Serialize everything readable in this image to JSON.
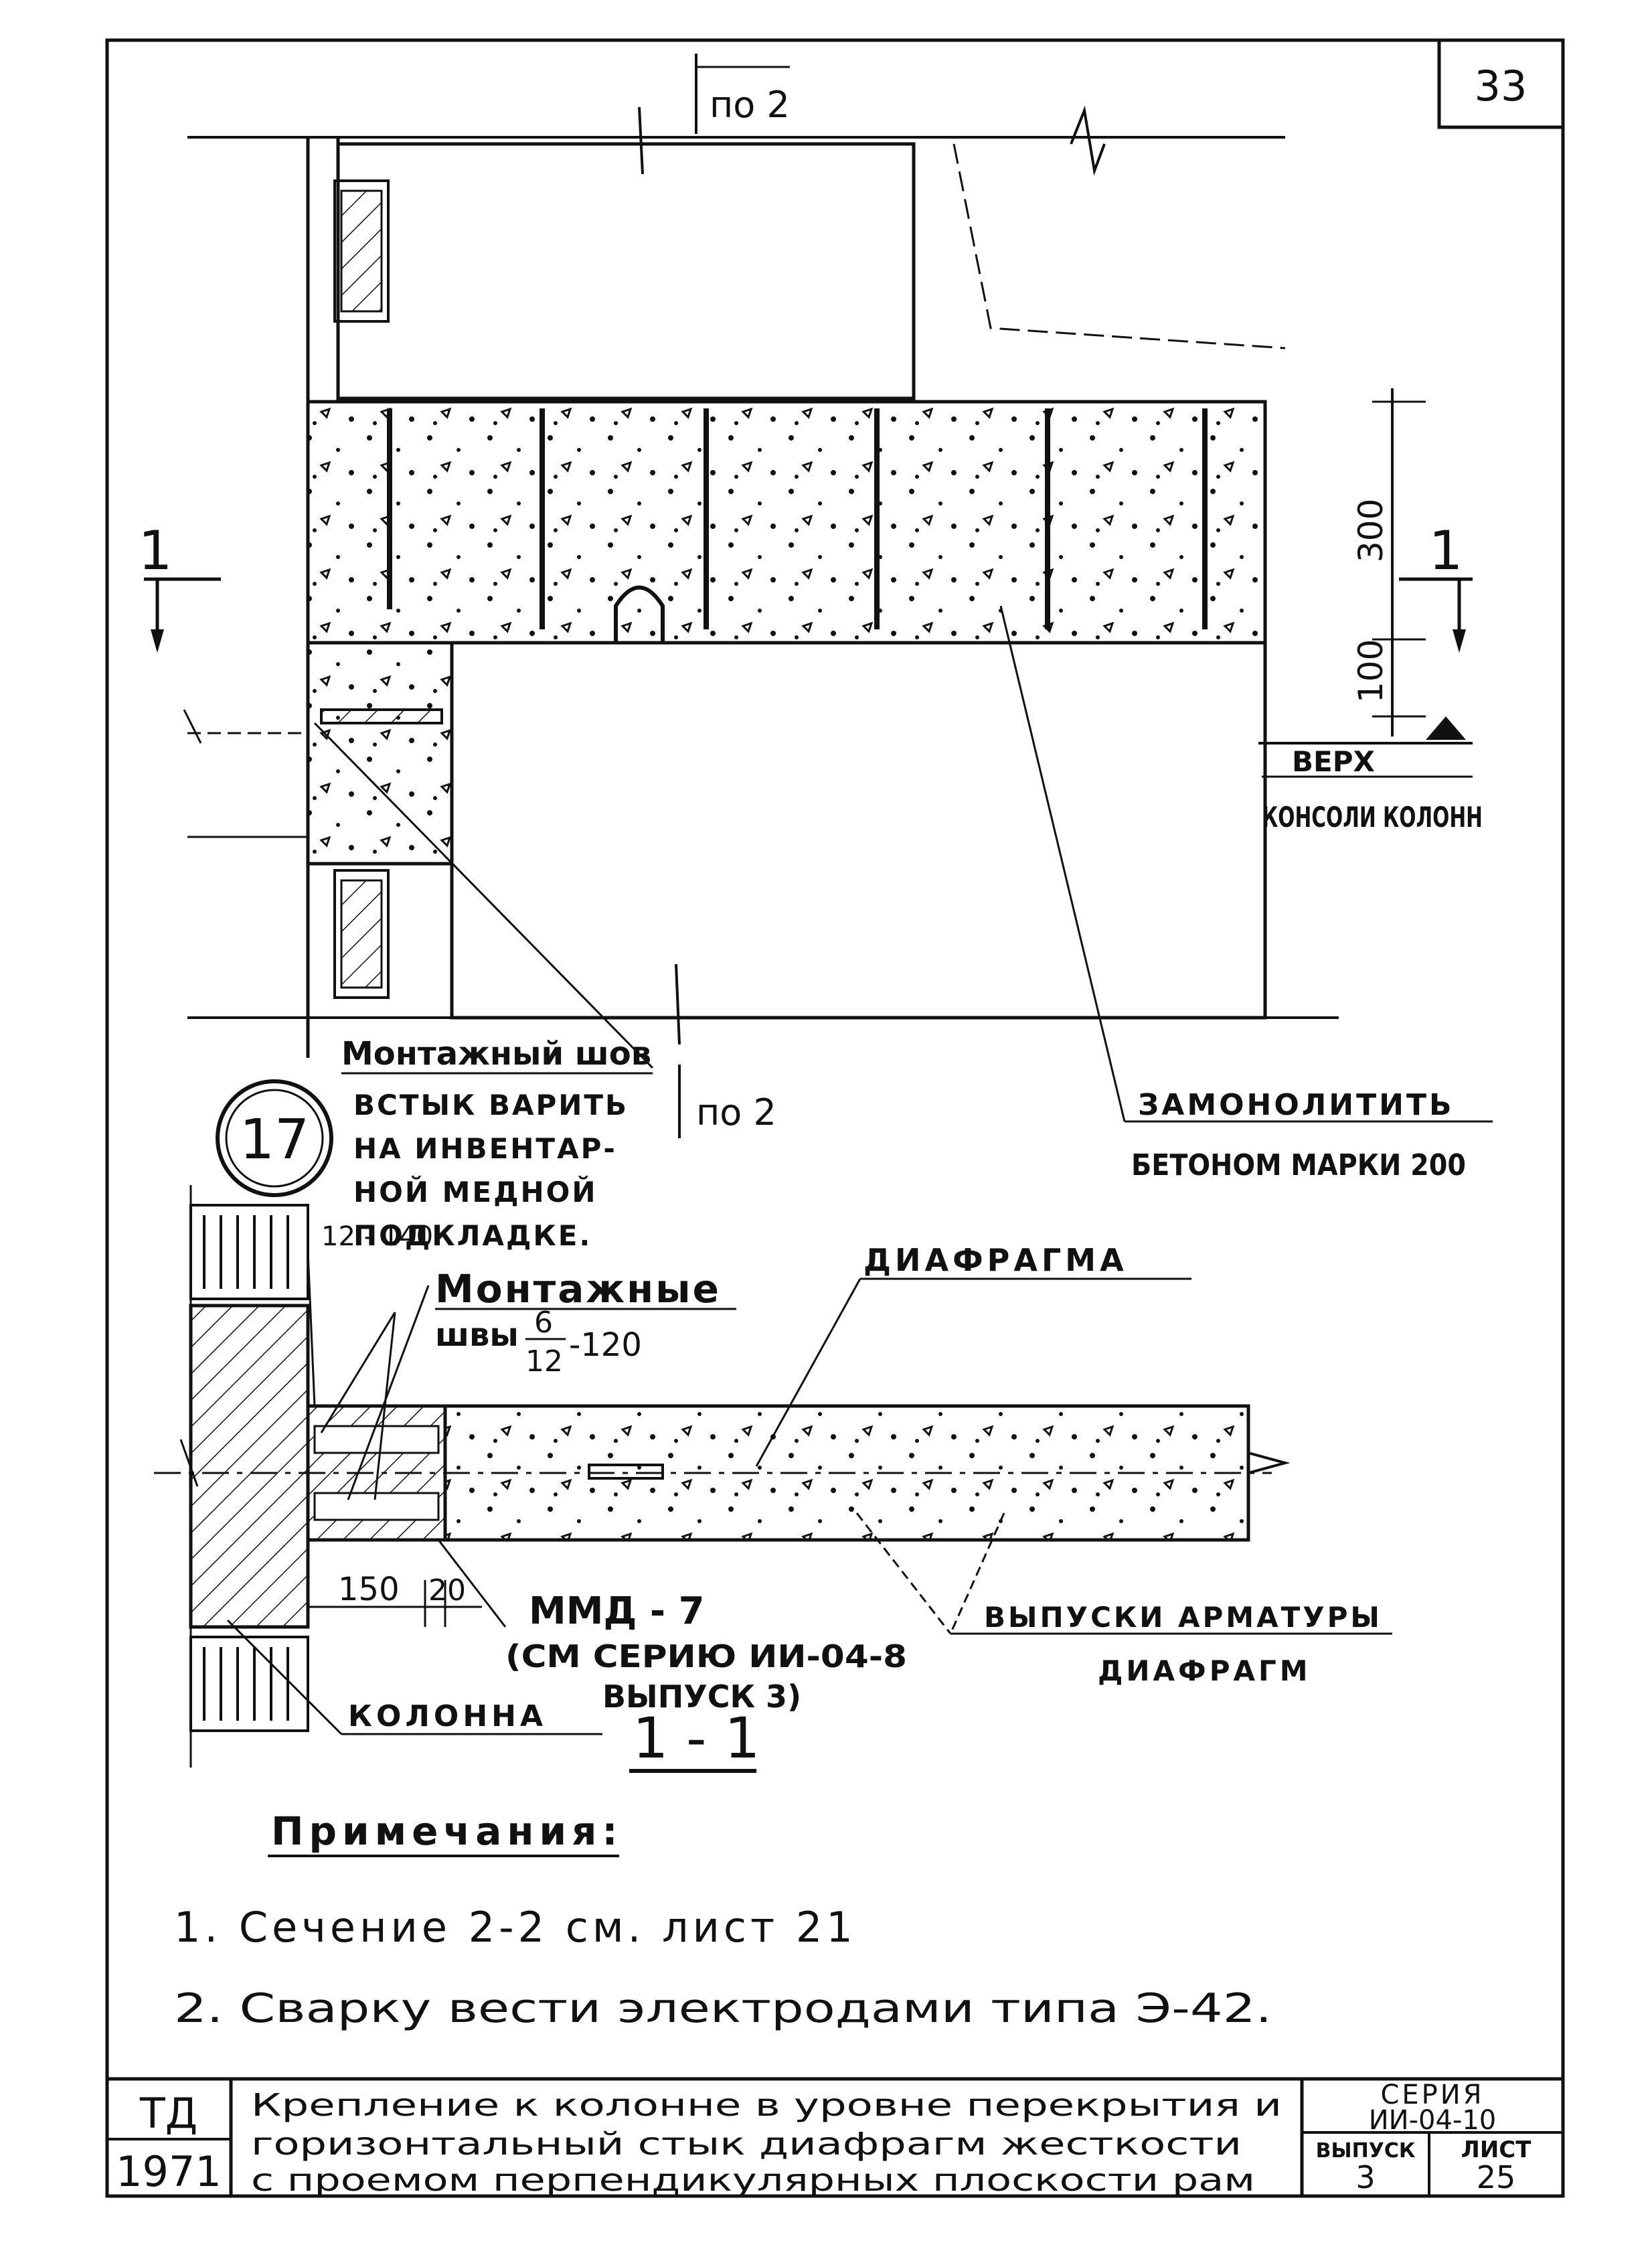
{
  "sheet_number": "33",
  "section_ref_top": "по 2",
  "section_ref_mid": "по 2",
  "dimension_300": "300",
  "dimension_100": "100",
  "section_mark_left": "1",
  "section_mark_right": "1",
  "top_of_console_line1": "ВЕРХ",
  "top_of_console_line2": "КОНСОЛИ КОЛОНН",
  "fill_label_line1": "ЗАМОНОЛИТИТЬ",
  "fill_label_line2": "БЕТОНОМ МАРКИ 200",
  "circle_mark": "17",
  "mounting_seam_title": "Монтажный шов",
  "mounting_seam_lines": [
    "ВСТЫК ВАРИТЬ",
    "НА ИНВЕНТАР-",
    "НОЙ МЕДНОЙ",
    "ПОДКЛАДКЕ."
  ],
  "weld_size_label": "12 - 140",
  "mounting_welds_title": "Монтажные",
  "mounting_welds_prefix": "швы",
  "mounting_welds_numerator": "6",
  "mounting_welds_denominator": "12",
  "mounting_welds_suffix": "-120",
  "diaphragm_label": "ДИАФРАГМА",
  "dim_150": "150",
  "dim_20": "20",
  "mmd_label": "ММД - 7",
  "mmd_ref_line1": "(СМ СЕРИЮ ИИ-04-8",
  "mmd_ref_line2": "ВЫПУСК 3)",
  "rebar_label_line1": "ВЫПУСКИ АРМАТУРЫ",
  "rebar_label_line2": "ДИАФРАГМ",
  "column_label": "КОЛОННА",
  "section_title": "1 - 1",
  "notes_title": "Примечания:",
  "notes": [
    "1. Сечение 2-2 см. лист 21",
    "2. Сварку вести электродами типа Э-42."
  ],
  "title_block": {
    "org": "ТД",
    "year": "1971",
    "title_lines": [
      "Крепление к колонне в уровне перекрытия и",
      "горизонтальный стык диафрагм жесткости",
      "с проемом перпендикулярных плоскости рам"
    ],
    "series_label": "СЕРИЯ",
    "series_value": "ИИ-04-10",
    "issue_label": "ВЫПУСК",
    "issue_value": "3",
    "sheet_label": "ЛИСТ",
    "sheet_value": "25"
  }
}
